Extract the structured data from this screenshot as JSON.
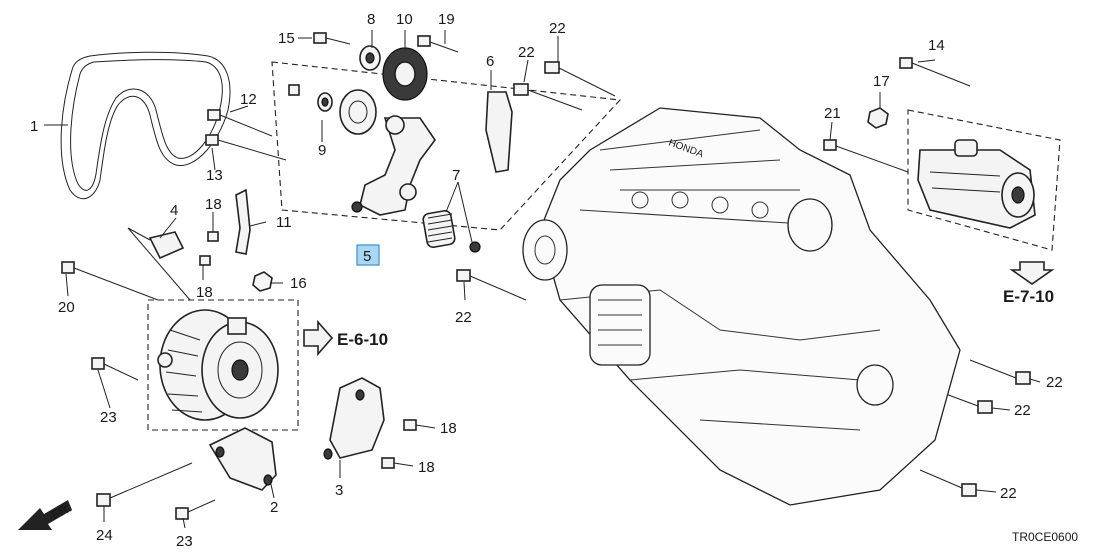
{
  "callouts": {
    "c1": "1",
    "c2": "2",
    "c3": "3",
    "c4": "4",
    "c5": "5",
    "c6": "6",
    "c7": "7",
    "c8": "8",
    "c9": "9",
    "c10": "10",
    "c11": "11",
    "c12": "12",
    "c13": "13",
    "c14": "14",
    "c15": "15",
    "c16": "16",
    "c17": "17",
    "c18a": "18",
    "c18b": "18",
    "c18c": "18",
    "c18d": "18",
    "c19": "19",
    "c20": "20",
    "c21": "21",
    "c22a": "22",
    "c22b": "22",
    "c22c": "22",
    "c22d": "22",
    "c22e": "22",
    "c22f": "22",
    "c23a": "23",
    "c23b": "23",
    "c24": "24"
  },
  "references": {
    "ref_e610": "E-6-10",
    "ref_e710": "E-7-10"
  },
  "front_marker": "FR.",
  "diagram_code": "TR0CE0600",
  "engine_brand": "HONDA",
  "colors": {
    "highlight_fill": "#a9d8f5",
    "highlight_stroke": "#3a8fcf"
  }
}
